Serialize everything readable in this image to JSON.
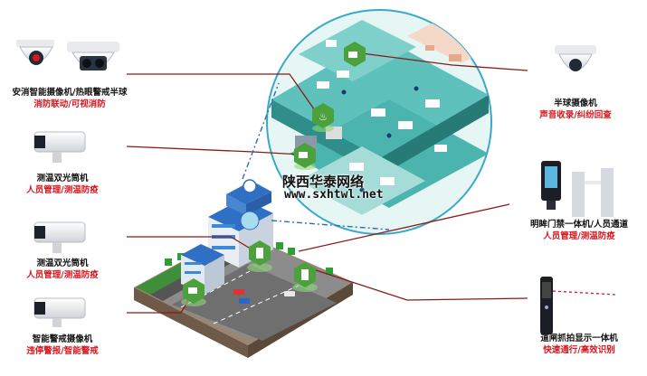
{
  "devices": {
    "dome_labels": {
      "line1": "安消智能摄像机/热眼警戒半球",
      "line2": "消防联动/可视消防"
    },
    "bullet_a": {
      "line1": "测温双光筒机",
      "line2": "人员管理/测温防疫"
    },
    "bullet_b": {
      "line1": "测温双光筒机",
      "line2": "人员管理/测温防疫"
    },
    "bullet_c": {
      "line1": "智能警戒摄像机",
      "line2": "违停警报/智能警戒"
    },
    "hemisphere": {
      "line1": "半球摄像机",
      "line2": "声音收录/纠纷回查"
    },
    "access": {
      "line1": "明眸门禁一体机/人员通道",
      "line2": "人员管理/测温防疫"
    },
    "gate": {
      "line1": "道闸抓拍显示一体机",
      "line2": "快速通行/高效识别"
    }
  },
  "watermark": {
    "line1": "陕西华泰网络",
    "line2": "www.sxhtwl.net"
  },
  "colors": {
    "accent_red": "#d9161d",
    "teal": "#3fb9b4",
    "green_marker": "#4da13c",
    "line_blue": "#2a6fb0"
  }
}
